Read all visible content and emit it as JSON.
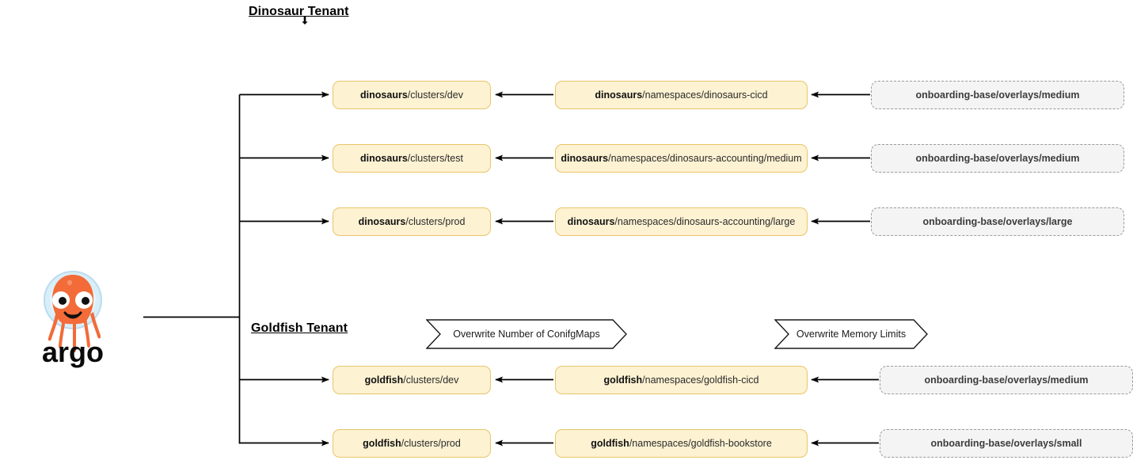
{
  "diagram": {
    "title_tenants": [
      "Dinosaur Tenant",
      "Goldfish Tenant"
    ],
    "logo": {
      "name": "argo-logo",
      "wordmark": "argo",
      "body_color": "#f26b38",
      "helmet_color": "#cfe8f5"
    }
  },
  "sections": [
    {
      "id": "dinosaur",
      "heading": "Dinosaur Tenant",
      "rows": [
        {
          "cluster": {
            "prefix": "dinosaurs",
            "suffix": "/clusters/dev"
          },
          "namespace": {
            "prefix": "dinosaurs",
            "suffix": "/namespaces/dinosaurs-cicd"
          },
          "base": "onboarding-base/overlays/medium"
        },
        {
          "cluster": {
            "prefix": "dinosaurs",
            "suffix": "/clusters/test"
          },
          "namespace": {
            "prefix": "dinosaurs",
            "suffix": "/namespaces/dinosaurs-accounting/medium"
          },
          "base": "onboarding-base/overlays/medium"
        },
        {
          "cluster": {
            "prefix": "dinosaurs",
            "suffix": "/clusters/prod"
          },
          "namespace": {
            "prefix": "dinosaurs",
            "suffix": "/namespaces/dinosaurs-accounting/large"
          },
          "base": "onboarding-base/overlays/large"
        }
      ]
    },
    {
      "id": "goldfish",
      "heading": "Goldfish Tenant",
      "rows": [
        {
          "cluster": {
            "prefix": "goldfish",
            "suffix": "/clusters/dev"
          },
          "namespace": {
            "prefix": "goldfish",
            "suffix": "/namespaces/goldfish-cicd"
          },
          "base": "onboarding-base/overlays/medium"
        },
        {
          "cluster": {
            "prefix": "goldfish",
            "suffix": "/clusters/prod"
          },
          "namespace": {
            "prefix": "goldfish",
            "suffix": "/namespaces/goldfish-bookstore"
          },
          "base": "onboarding-base/overlays/small"
        }
      ]
    }
  ],
  "callouts": [
    {
      "label": "Overwrite Number of ConifgMaps"
    },
    {
      "label": "Overwrite Memory Limits"
    }
  ],
  "colors": {
    "app_fill": "#fdf2d2",
    "app_border": "#e8c56a",
    "base_fill": "#f4f4f4",
    "base_border": "#9a9a9a",
    "line": "#000000"
  }
}
